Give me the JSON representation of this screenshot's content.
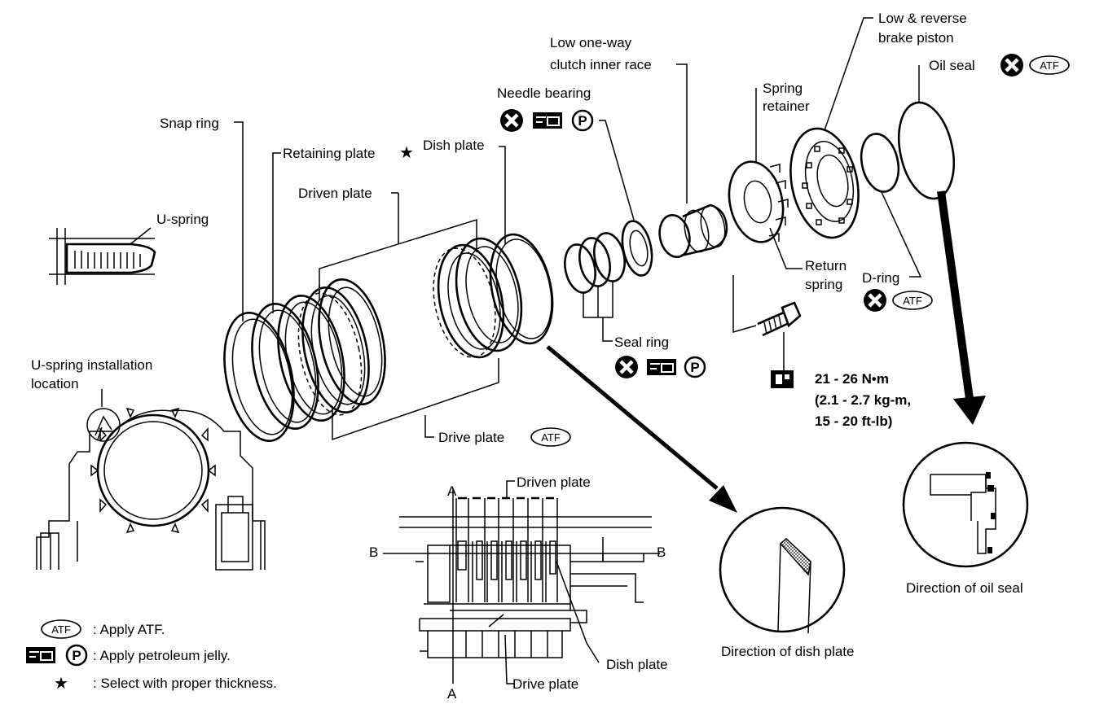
{
  "labels": {
    "snap_ring": "Snap ring",
    "retaining_plate": "Retaining plate",
    "dish_plate": "Dish plate",
    "driven_plate": "Driven plate",
    "u_spring": "U-spring",
    "u_spring_location_1": "U-spring installation",
    "u_spring_location_2": "location",
    "drive_plate": "Drive plate",
    "needle_bearing": "Needle bearing",
    "low_oneway_1": "Low one-way",
    "low_oneway_2": "clutch inner race",
    "spring_retainer_1": "Spring",
    "spring_retainer_2": "retainer",
    "low_reverse_1": "Low & reverse",
    "low_reverse_2": "brake piston",
    "oil_seal": "Oil seal",
    "return_spring_1": "Return",
    "return_spring_2": "spring",
    "d_ring": "D-ring",
    "seal_ring": "Seal ring",
    "dir_dish": "Direction of dish plate",
    "dir_oil": "Direction of oil seal",
    "section_driven": "Driven plate",
    "section_dish": "Dish plate",
    "section_drive": "Drive plate",
    "sec_a_top": "A",
    "sec_a_bot": "A",
    "sec_b_left": "B",
    "sec_b_right": "B"
  },
  "torque": {
    "line1": "21 - 26 N•m",
    "line2": "(2.1 - 2.7 kg-m,",
    "line3": "15 - 20 ft-lb)"
  },
  "symbols": {
    "atf": "ATF",
    "p": "P",
    "star": "★"
  },
  "legend": {
    "atf_desc": ": Apply ATF.",
    "p_desc": ": Apply petroleum jelly.",
    "star_desc": ": Select with proper thickness."
  }
}
